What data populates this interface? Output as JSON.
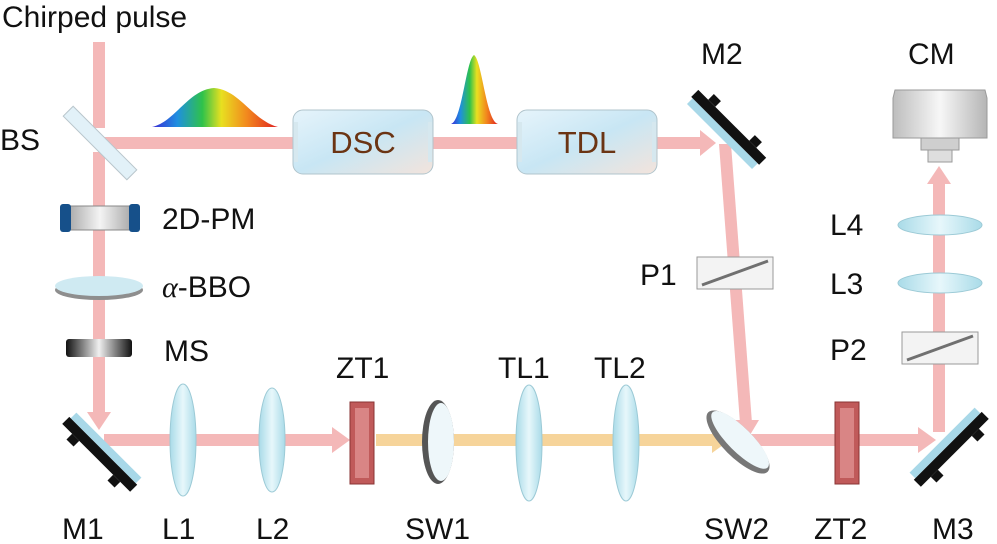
{
  "title": "Chirped pulse",
  "colors": {
    "beam_pink": "#f4b8b8",
    "beam_yellow": "#f6d49a",
    "box_label": "#6b3413",
    "lens": "#bfe8f2",
    "crystal": "#c05a5a",
    "mirror_back": "#111111",
    "mirror_face": "#a8d8e8"
  },
  "components": {
    "bs": "BS",
    "dsc": "DSC",
    "tdl": "TDL",
    "m1": "M1",
    "m2": "M2",
    "m3": "M3",
    "cm": "CM",
    "pm": "2D-PM",
    "bbo_prefix": "α",
    "bbo": "-BBO",
    "ms": "MS",
    "l1": "L1",
    "l2": "L2",
    "l3": "L3",
    "l4": "L4",
    "zt1": "ZT1",
    "zt2": "ZT2",
    "tl1": "TL1",
    "tl2": "TL2",
    "sw1": "SW1",
    "sw2": "SW2",
    "p1": "P1",
    "p2": "P2"
  }
}
